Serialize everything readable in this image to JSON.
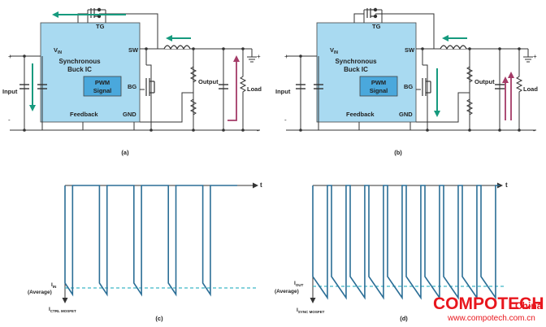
{
  "colors": {
    "ic_fill": "#a9daf1",
    "pwm_fill": "#4aa8dc",
    "wire": "#333333",
    "input_flow": "#169a7e",
    "load_flow": "#a43b67",
    "waveform": "#2b6e96",
    "average_line": "#3fb6c6",
    "watermark": "#e8161d"
  },
  "circuit_a": {
    "vin": "V",
    "vin_sub": "IN",
    "tg": "TG",
    "sw": "SW",
    "ic_name_line1": "Synchronous",
    "ic_name_line2": "Buck IC",
    "pwm_line1": "PWM",
    "pwm_line2": "Signal",
    "bg": "BG",
    "feedback": "Feedback",
    "gnd": "GND",
    "input": "Input",
    "output": "Output",
    "load": "Load",
    "plus": "+",
    "minus": "-",
    "caption": "(a)"
  },
  "circuit_b": {
    "vin": "V",
    "vin_sub": "IN",
    "tg": "TG",
    "sw": "SW",
    "ic_name_line1": "Synchronous",
    "ic_name_line2": "Buck IC",
    "pwm_line1": "PWM",
    "pwm_line2": "Signal",
    "bg": "BG",
    "feedback": "Feedback",
    "gnd": "GND",
    "input": "Input",
    "output": "Output",
    "load": "Load",
    "plus": "+",
    "minus": "-",
    "caption": "(b)"
  },
  "waveform_c": {
    "time_axis": "t",
    "avg_main": "I",
    "avg_sub": "IN",
    "avg_note": "(Average)",
    "y_main": "I",
    "y_sub": "CTRL MOSFET",
    "caption": "(c)",
    "pulses": 5
  },
  "waveform_d": {
    "time_axis": "t",
    "avg_main": "I",
    "avg_sub": "OUT",
    "avg_note": "(Average)",
    "y_main": "I",
    "y_sub": "SYNC MOSFET",
    "caption": "(d)",
    "pulses": 10
  },
  "watermark": {
    "brand": "COMPOTECH",
    "region": "China",
    "url": "www.compotech.com.cn"
  }
}
